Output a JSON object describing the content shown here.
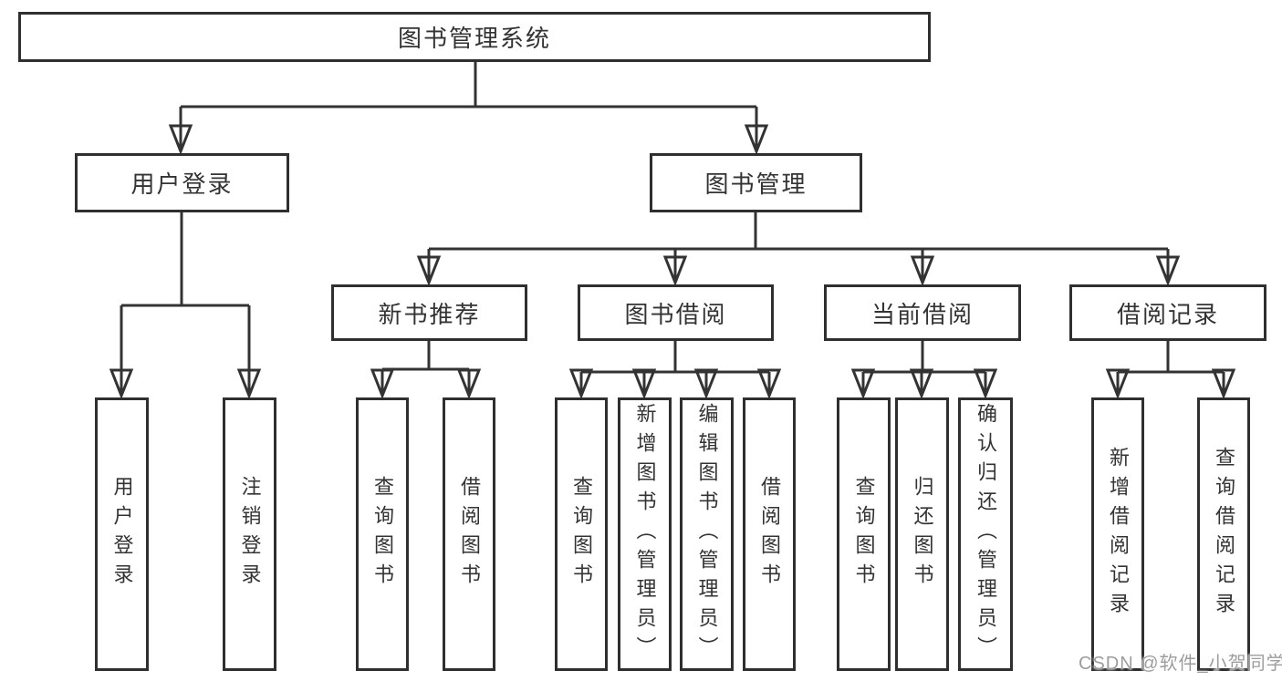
{
  "nodes": {
    "root": "图书管理系统",
    "user_login": "用户登录",
    "book_management": "图书管理",
    "new_book_recommend": "新书推荐",
    "book_borrow": "图书借阅",
    "current_borrow": "当前借阅",
    "borrow_record": "借阅记录",
    "leaf_user_login": "用户登录",
    "leaf_logout": "注销登录",
    "leaf_rec_query_book": "查询图书",
    "leaf_rec_borrow_book": "借阅图书",
    "leaf_bb_query_book": "查询图书",
    "leaf_bb_add_book_admin": "新增图书（管理员）",
    "leaf_bb_edit_book_admin": "编辑图书（管理员）",
    "leaf_bb_borrow_book": "借阅图书",
    "leaf_cb_query_book": "查询图书",
    "leaf_cb_return_book": "归还图书",
    "leaf_cb_confirm_return_admin": "确认归还（管理员）",
    "leaf_br_add_record": "新增借阅记录",
    "leaf_br_query_record": "查询借阅记录"
  },
  "watermark": "CSDN @软件_小贺同学",
  "colors": {
    "line": "#333333",
    "box_border": "#2f2f2f",
    "text": "#333333",
    "watermark": "#9d9d9d",
    "background": "#ffffff"
  }
}
